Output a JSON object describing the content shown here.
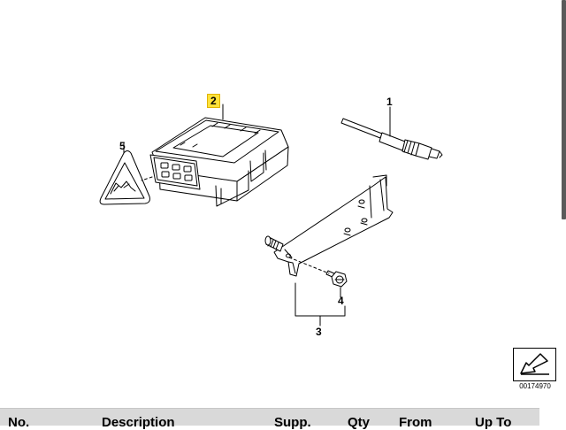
{
  "diagram": {
    "callouts": {
      "c1": "1",
      "c2": "2",
      "c3": "3",
      "c4": "4",
      "c5": "5"
    },
    "highlighted_callout": "2",
    "highlight_color": "#ffe23a",
    "diagram_id": "00174970",
    "nav_icon": "arrow-box-icon"
  },
  "parts_table": {
    "headers": [
      "No.",
      "Description",
      "Supp.",
      "Qty",
      "From",
      "Up To"
    ]
  },
  "colors": {
    "header_bg": "#d9d9d9",
    "scrollbar": "#5a5a5a"
  }
}
